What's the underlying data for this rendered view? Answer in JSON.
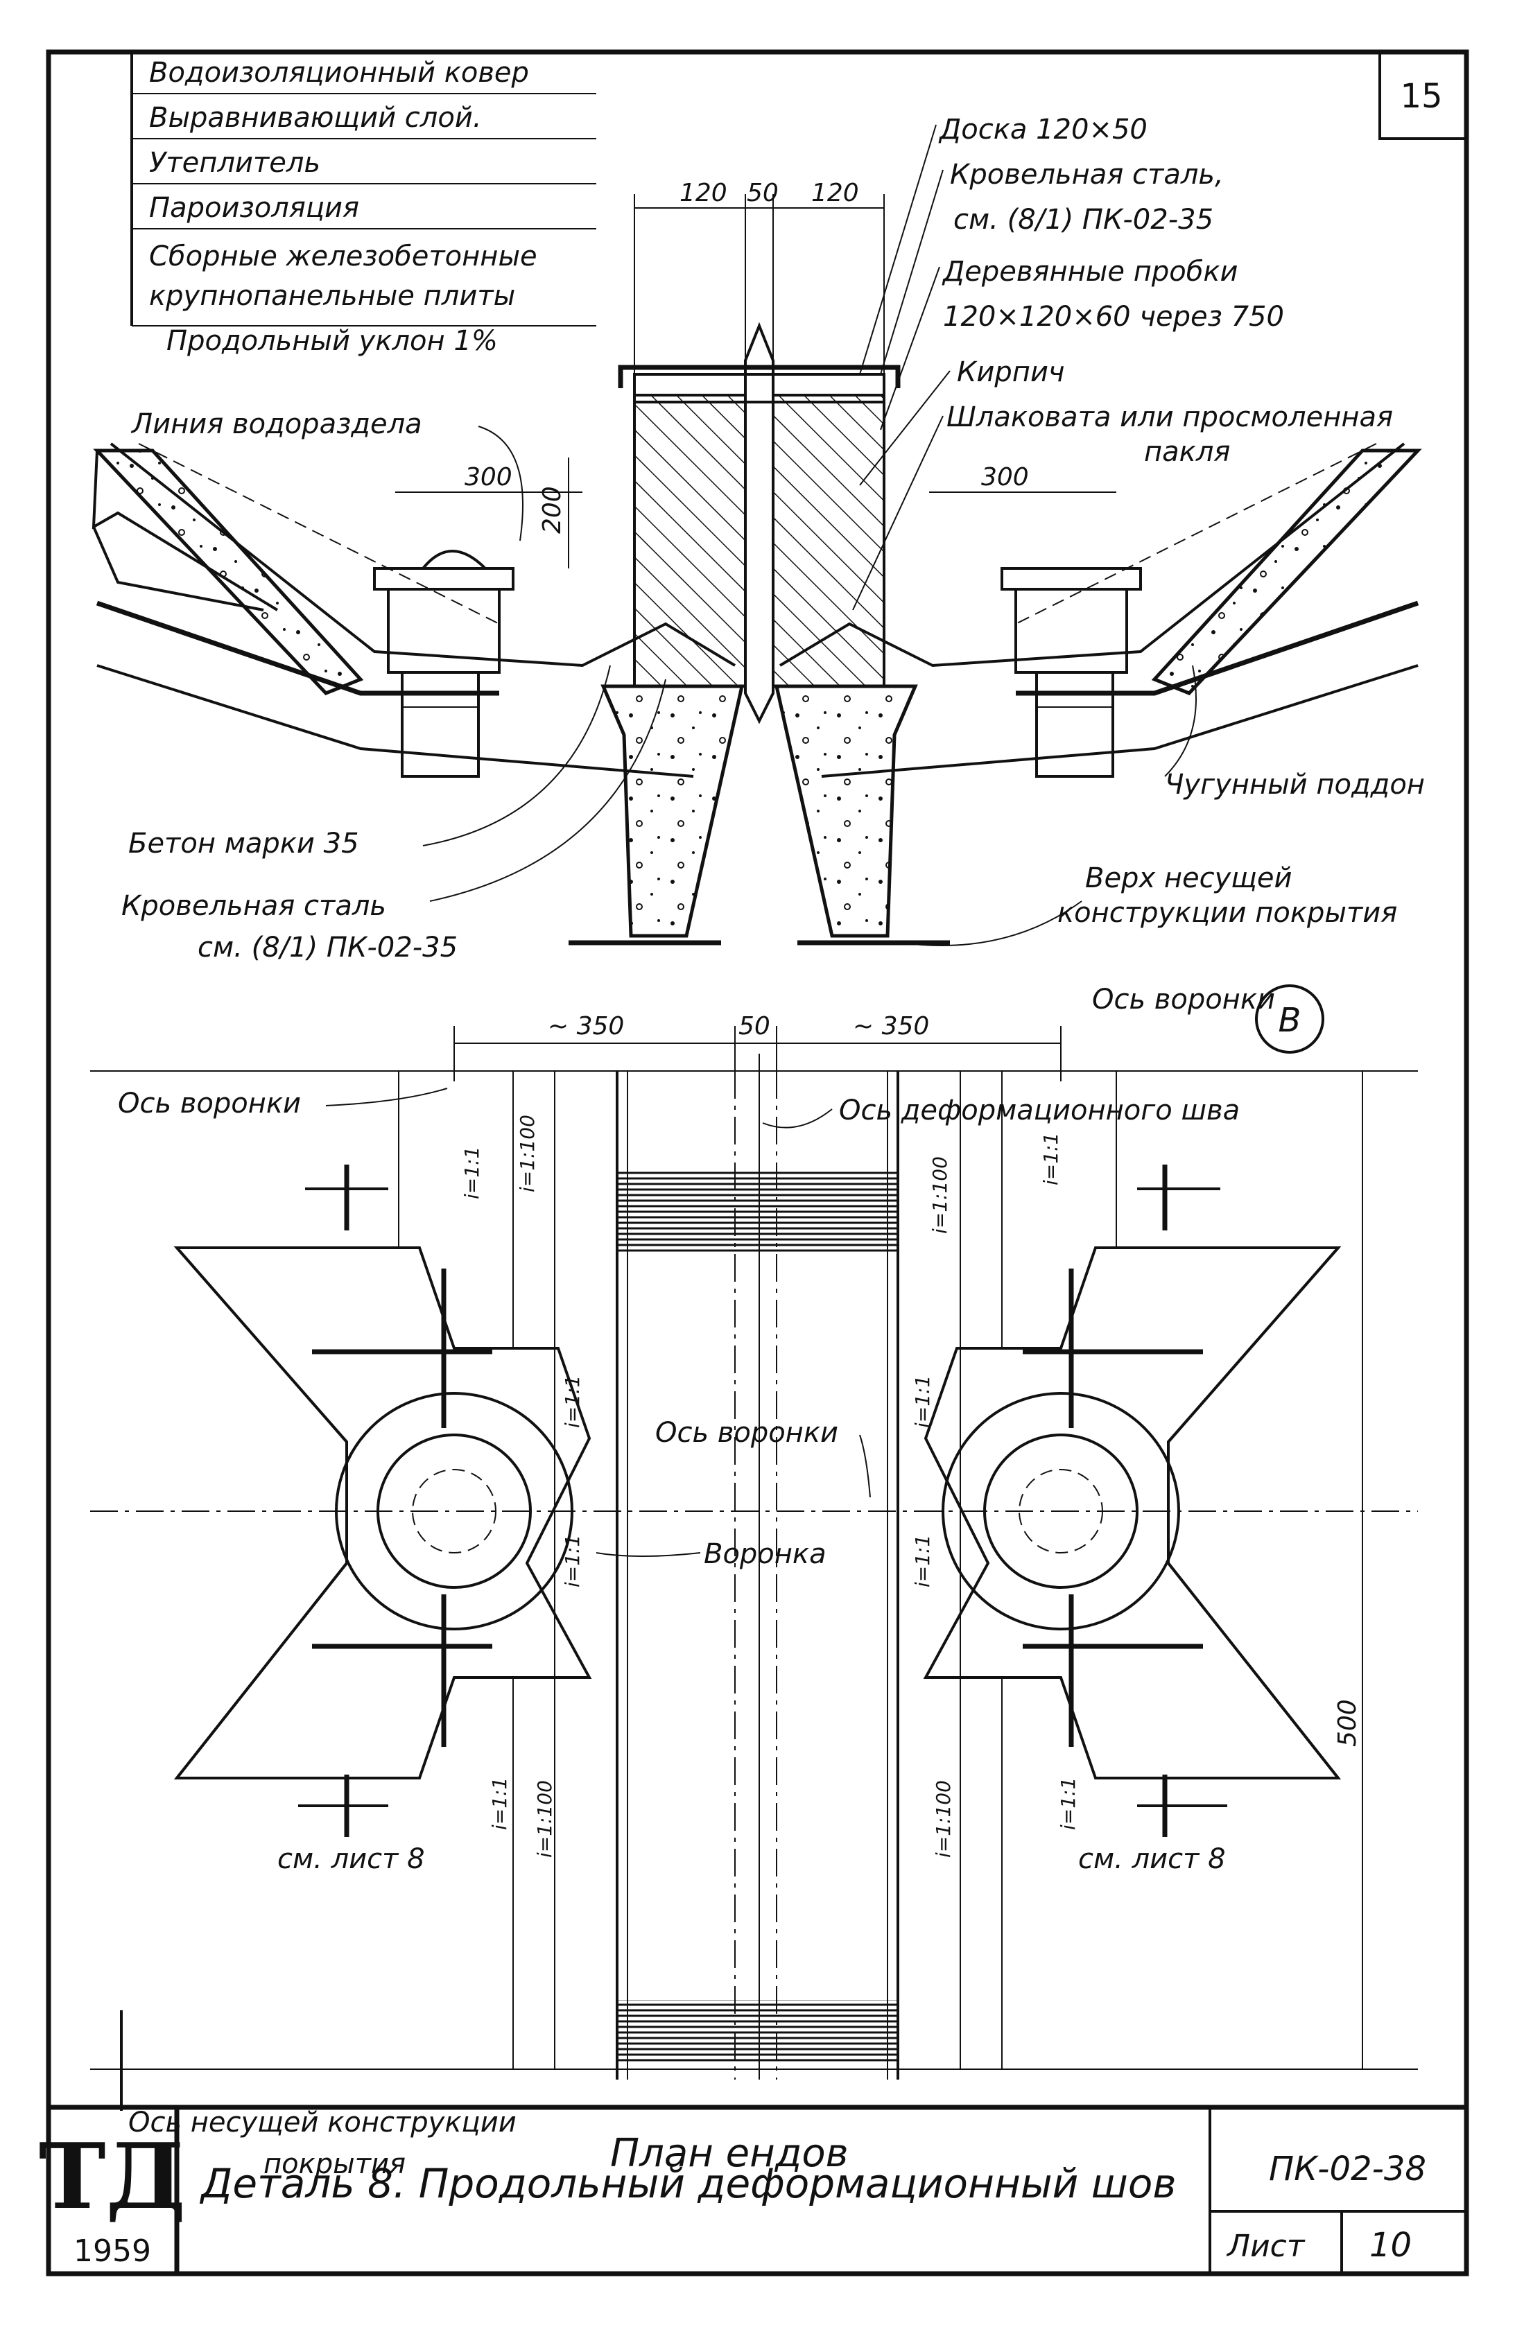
{
  "sheet_number": "15",
  "layers_legend": [
    "Водоизоляционный ковер",
    "Выравнивающий слой.",
    "Утеплитель",
    "Пароизоляция",
    "Сборные железобетонные",
    "крупнопанельные плиты"
  ],
  "section": {
    "slope_note": "Продольный уклон 1%",
    "watershed": "Линия водораздела",
    "dims_top": [
      "120",
      "50",
      "120"
    ],
    "dim_200": "200",
    "dim_300_left": "300",
    "dim_300_right": "300",
    "board": "Доска 120×50",
    "roof_steel": "Кровельная сталь,",
    "roof_steel_ref": "см. (8/1) ПК-02-35",
    "wood_plugs": "Деревянные пробки",
    "wood_plugs_spec": "120×120×60 через 750",
    "brick": "Кирпич",
    "slag": "Шлаковата или просмоленная",
    "slag2": "пакля",
    "concrete": "Бетон марки 35",
    "roof_steel_b": "Кровельная сталь",
    "roof_steel_b_ref": "см. (8/1) ПК-02-35",
    "top_structure": "Верх несущей",
    "top_structure2": "конструкции покрытия",
    "cast_iron": "Чугунный поддон"
  },
  "plan": {
    "funnel_axis_ref": "Ось воронки",
    "axis_bubble": "В",
    "dims": [
      "~ 350",
      "50",
      "~ 350"
    ],
    "funnel_axis_left": "Ось воронки",
    "joint_axis": "Ось деформационного шва",
    "funnel_axis_center": "Ось воронки",
    "funnel": "Воронка",
    "slope_11": "i=1:1",
    "slope_1100": "i=1:100",
    "dim_500": "500",
    "see_sheet_left": "см. лист 8",
    "see_sheet_right": "см. лист 8",
    "structure_axis": "Ось несущей конструкции",
    "structure_axis2": "покрытия",
    "plan_title": "План ендов"
  },
  "title_block": {
    "logo": "ТД",
    "year": "1959",
    "title": "Деталь 8. Продольный деформационный шов",
    "doc_code": "ПК-02-38",
    "sheet_label": "Лист",
    "sheet_no": "10"
  }
}
